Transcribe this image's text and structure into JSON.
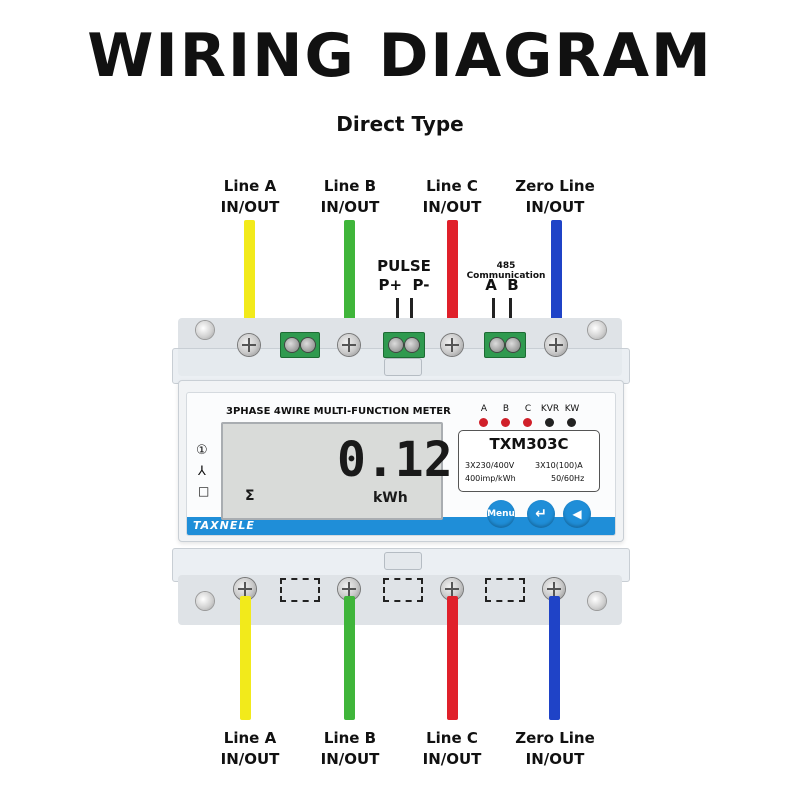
{
  "header": {
    "title": "WIRING DIAGRAM",
    "subtitle": "Direct Type"
  },
  "wires": [
    {
      "label_line1": "Line A",
      "label_line2": "IN/OUT",
      "color": "#f2ea1b"
    },
    {
      "label_line1": "Line B",
      "label_line2": "IN/OUT",
      "color": "#3fb53a"
    },
    {
      "label_line1": "Line C",
      "label_line2": "IN/OUT",
      "color": "#e0202a"
    },
    {
      "label_line1": "Zero Line",
      "label_line2": "IN/OUT",
      "color": "#1f43c7"
    }
  ],
  "top_terminals": {
    "pulse_label": "PULSE",
    "pulse_pins": "P+  P-",
    "comm_label": "485 Communication",
    "comm_pins": "A  B"
  },
  "meter": {
    "panel_title": "3PHASE 4WIRE MULTI-FUNCTION METER",
    "display_value": "0.12",
    "display_unit": "kWh",
    "display_symbol": "Σ",
    "model": "TXM303C",
    "spec_voltage": "3X230/400V",
    "spec_current": "3X10(100)A",
    "spec_imp": "400imp/kWh",
    "spec_freq": "50/60Hz",
    "brand": "TAXNELE",
    "side_marks": [
      "①",
      "⅄",
      "□"
    ],
    "leds": [
      {
        "label": "A",
        "color": "#d0202a"
      },
      {
        "label": "B",
        "color": "#d0202a"
      },
      {
        "label": "C",
        "color": "#d0202a"
      },
      {
        "label": "KVR",
        "color": "#222222"
      },
      {
        "label": "KW",
        "color": "#222222"
      }
    ],
    "buttons": [
      {
        "label": "Menu",
        "icon": "menu-text"
      },
      {
        "label": "",
        "icon": "enter-arrow-icon"
      },
      {
        "label": "",
        "icon": "left-triangle-icon"
      }
    ]
  },
  "colors": {
    "panel_blue": "#1f8ed8",
    "lcd": "#d9dbd9",
    "housing": "#e9ecef"
  }
}
